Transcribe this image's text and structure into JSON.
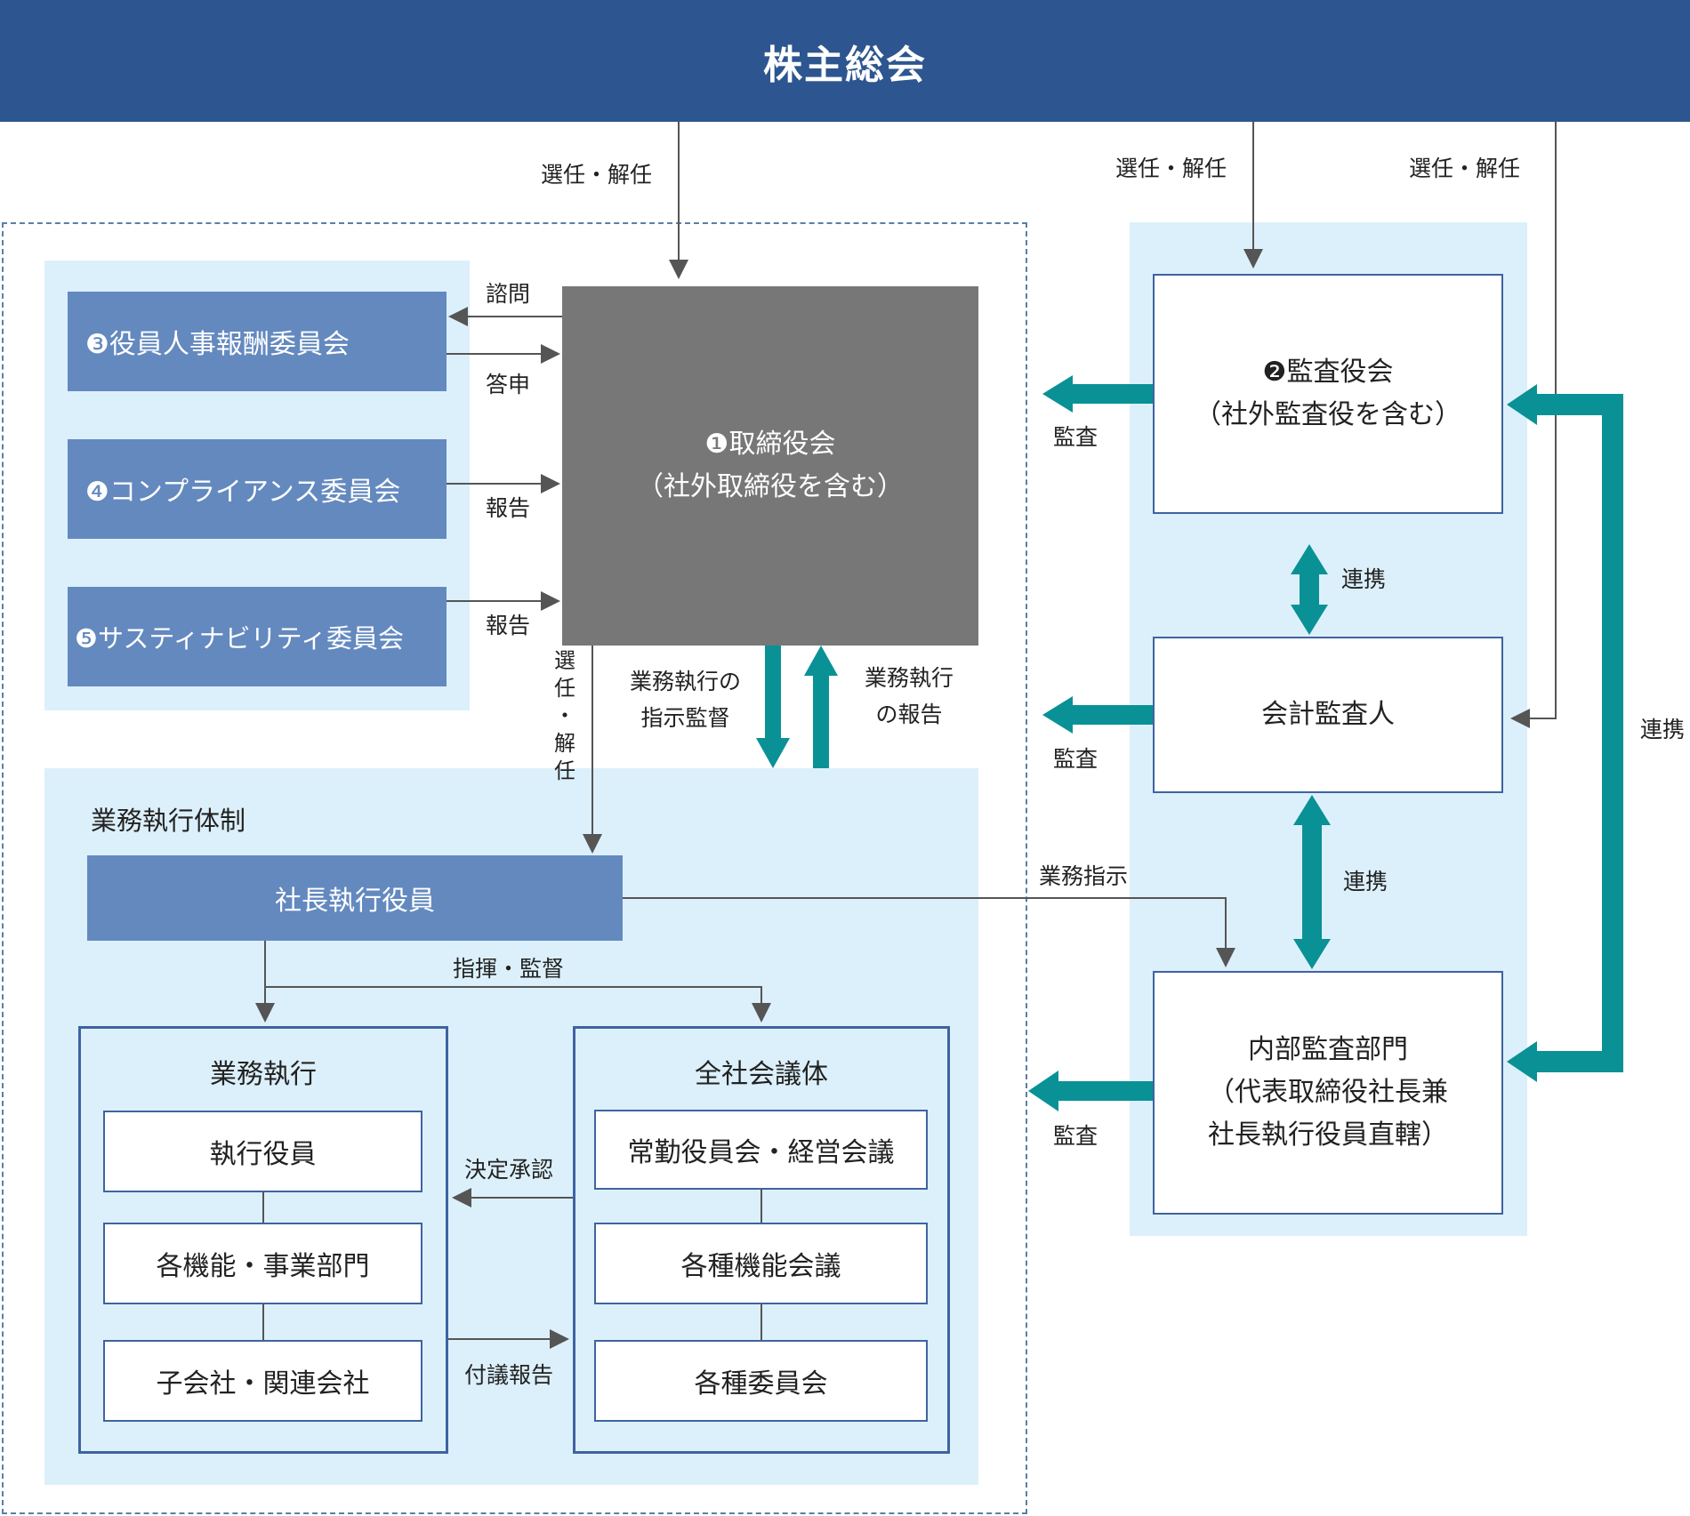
{
  "header": {
    "title": "株主総会"
  },
  "board": {
    "line1": "❶取締役会",
    "line2": "（社外取締役を含む）"
  },
  "committees": [
    {
      "label": "❸役員人事報酬委員会"
    },
    {
      "label": "❹コンプライアンス委員会"
    },
    {
      "label": "❺サスティナビリティ委員会"
    }
  ],
  "audit_board": {
    "line1": "❷監査役会",
    "line2": "（社外監査役を含む）"
  },
  "accounting_auditor": {
    "label": "会計監査人"
  },
  "internal_audit": {
    "line1": "内部監査部門",
    "line2": "（代表取締役社長兼",
    "line3": "社長執行役員直轄）"
  },
  "execution": {
    "section_title": "業務執行体制",
    "president": "社長執行役員",
    "business": {
      "title": "業務執行",
      "items": [
        "執行役員",
        "各機能・事業部門",
        "子会社・関連会社"
      ]
    },
    "council": {
      "title": "全社会議体",
      "items": [
        "常勤役員会・経営会議",
        "各種機能会議",
        "各種委員会"
      ]
    }
  },
  "labels": {
    "appoint_dismiss": "選任・解任",
    "inquiry": "諮問",
    "report_back": "答申",
    "report": "報告",
    "vertical_appoint": [
      "選",
      "任",
      "・",
      "解",
      "任"
    ],
    "exec_direction": [
      "業務執行の",
      "指示監督"
    ],
    "exec_report": [
      "業務執行",
      "の報告"
    ],
    "audit": "監査",
    "cooperation": "連携",
    "business_instruction": "業務指示",
    "command_supervise": "指揮・監督",
    "decision_approval": "決定承認",
    "agenda_report": "付議報告"
  },
  "colors": {
    "header": "#2d5690",
    "light_background": "#dcf0fb",
    "committee": "#6389bf",
    "board": "#777777",
    "teal_arrow": "#0a9196",
    "border": "#3f63a0"
  }
}
